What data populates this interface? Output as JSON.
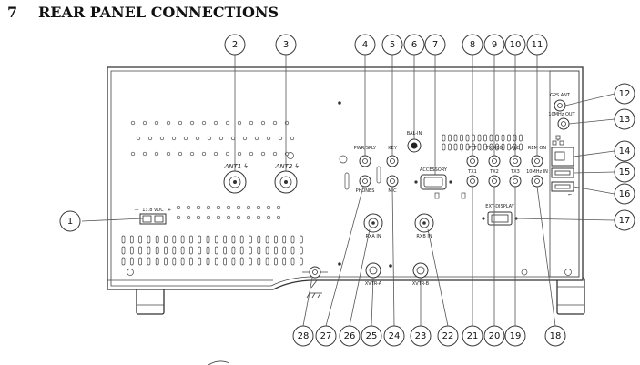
{
  "section": {
    "number": "7",
    "title": "REAR PANEL CONNECTIONS"
  },
  "panel_labels": {
    "ant1": "ANT1",
    "ant2": "ANT2",
    "pwr_sply": "PWR/SPLY",
    "key": "KEY",
    "bal_in": "BAL-IN",
    "accessory": "ACCESSORY",
    "ptt": "PTT",
    "tx_req": "TX REQ",
    "alc": "ALC",
    "rem_on": "REM ON",
    "gps_ant": "GPS ANT",
    "mhz_out": "10MHz OUT",
    "mhz_in": "10MHz IN",
    "tx1": "TX1",
    "tx2": "TX2",
    "tx3": "TX3",
    "phones": "PHONES",
    "mic": "MIC",
    "dc_in": "13.8 VDC",
    "minus": "—",
    "plus": "+",
    "ext_display": "EXT-DISPLAY",
    "rxa_in": "RXA IN",
    "rxb_in": "RXB IN",
    "xvtr_a": "XVTR-A",
    "xvtr_b": "XVTR-B"
  },
  "callouts": [
    "1",
    "2",
    "3",
    "4",
    "5",
    "6",
    "7",
    "8",
    "9",
    "10",
    "11",
    "12",
    "13",
    "14",
    "15",
    "16",
    "17",
    "18",
    "19",
    "20",
    "21",
    "22",
    "23",
    "24",
    "25",
    "26",
    "27",
    "28"
  ]
}
